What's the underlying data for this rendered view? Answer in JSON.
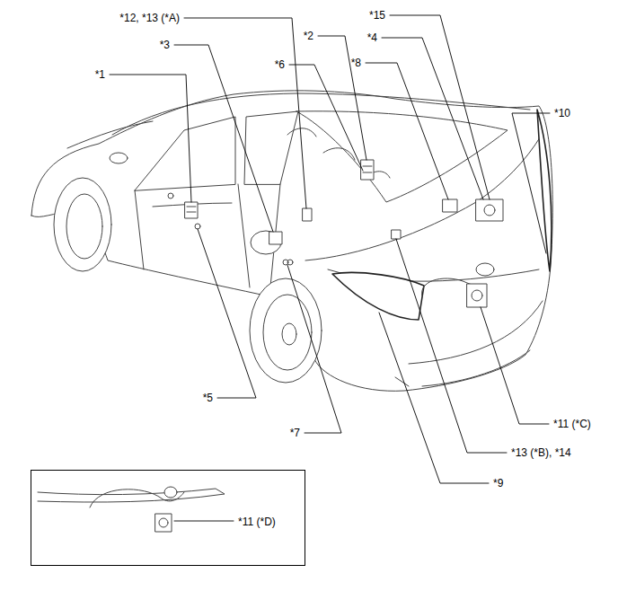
{
  "diagram": {
    "nodes": [
      {
        "text": [
          "*11 (*D)"
        ]
      }
    ],
    "labels": [
      "*1",
      "*3",
      "*12, *13 (*A)",
      "*2",
      "*6",
      "*8",
      "*4",
      "*15",
      "*10",
      "*5",
      "*7",
      "*11 (*C)",
      "*13 (*B), *14",
      "*9"
    ]
  }
}
